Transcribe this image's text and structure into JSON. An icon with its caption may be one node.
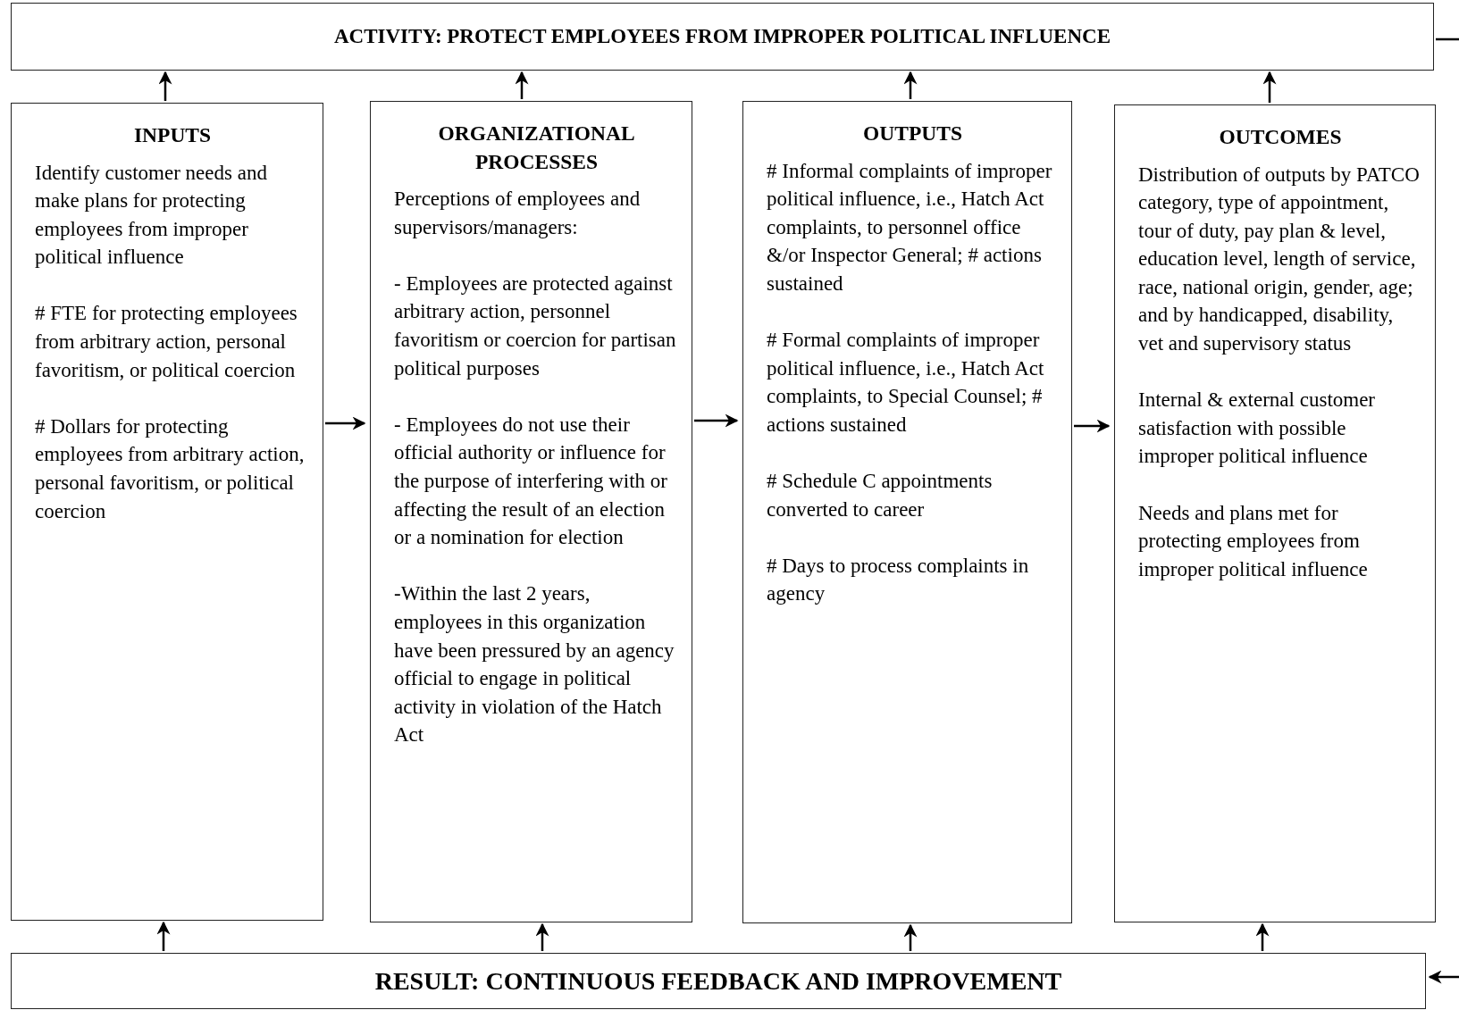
{
  "diagram": {
    "nodes": [
      {
        "text": [
          "ACTIVITY:  PROTECT EMPLOYEES FROM IMPROPER POLITICAL INFLUENCE"
        ]
      },
      {
        "text": [
          "INPUTS",
          "Identify customer needs and make plans for protecting employees from improper political influence",
          "# FTE for protecting employees from arbitrary action, personal favoritism, or political coercion",
          "# Dollars for protecting employees from arbitrary action, personal favoritism, or political coercion"
        ]
      },
      {
        "text": [
          "ORGANIZATIONAL PROCESSES",
          "Perceptions of employees and supervisors/managers:",
          "- Employees are protected against arbitrary action, personnel favoritism or coercion for partisan political purposes",
          "- Employees do not use their official authority or influence for the purpose of interfering with or affecting the result of an election or a nomination for election",
          "-Within the last 2 years, employees in this organization have been pressured by an agency official to engage in political activity in violation of the Hatch Act"
        ]
      },
      {
        "text": [
          "OUTPUTS",
          "# Informal complaints of improper political influence, i.e., Hatch Act complaints, to personnel office &/or Inspector General; # actions sustained",
          "# Formal complaints of improper political influence, i.e.,  Hatch Act complaints, to Special Counsel; # actions sustained",
          "# Schedule C appointments converted to career",
          "# Days to process complaints in agency"
        ]
      },
      {
        "text": [
          "OUTCOMES",
          "Distribution of outputs by PATCO category, type of appointment, tour of duty, pay plan & level, education level, length of service, race, national origin, gender, age; and by handicapped, disability, vet and supervisory status",
          "Internal & external customer satisfaction with possible improper political influence",
          "Needs and plans met for protecting employees from improper political influence"
        ]
      },
      {
        "text": [
          "RESULT:  CONTINUOUS FEEDBACK AND IMPROVEMENT"
        ]
      }
    ],
    "edges": [
      {
        "from": 1,
        "to": 0,
        "arrow": "to"
      },
      {
        "from": 2,
        "to": 0,
        "arrow": "to"
      },
      {
        "from": 3,
        "to": 0,
        "arrow": "to"
      },
      {
        "from": 4,
        "to": 0,
        "arrow": "to"
      },
      {
        "from": 1,
        "to": 2,
        "arrow": "to"
      },
      {
        "from": 2,
        "to": 3,
        "arrow": "to"
      },
      {
        "from": 3,
        "to": 4,
        "arrow": "to"
      },
      {
        "from": 5,
        "to": 1,
        "arrow": "to"
      },
      {
        "from": 5,
        "to": 2,
        "arrow": "to"
      },
      {
        "from": 5,
        "to": 3,
        "arrow": "to"
      },
      {
        "from": 5,
        "to": 4,
        "arrow": "to"
      },
      {
        "from": 0,
        "to": null,
        "arrow": "none"
      },
      {
        "from": null,
        "to": 5,
        "arrow": "to"
      }
    ]
  }
}
